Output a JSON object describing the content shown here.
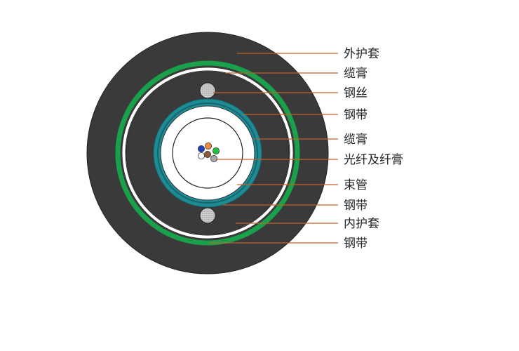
{
  "colors": {
    "outer_jacket": "#3a3a3a",
    "armor_green": "#18a14a",
    "gel_white": "#ffffff",
    "inner_jacket": "#3a3a3a",
    "tube_band": "#1e8c94",
    "tube_band_dark": "#16666c",
    "leader_line": "#c0622a",
    "steel_wire": "#c8c8c8"
  },
  "labels": [
    {
      "id": "outer-jacket",
      "text": "外护套"
    },
    {
      "id": "outer-gel",
      "text": "缆膏"
    },
    {
      "id": "steel-wire",
      "text": "钢丝"
    },
    {
      "id": "steel-tape-inner",
      "text": "钢带"
    },
    {
      "id": "inner-gel",
      "text": "缆膏"
    },
    {
      "id": "fiber-and-gel",
      "text": "光纤及纤膏"
    },
    {
      "id": "loose-tube",
      "text": "束管"
    },
    {
      "id": "steel-tape-tube",
      "text": "钢带"
    },
    {
      "id": "inner-jacket",
      "text": "内护套"
    },
    {
      "id": "steel-tape-outer",
      "text": "钢带"
    }
  ],
  "fibers": [
    {
      "color": "#1f3fbf"
    },
    {
      "color": "#f08a3c"
    },
    {
      "color": "#22c13a"
    },
    {
      "color": "#ffffff"
    },
    {
      "color": "#8a5a3a"
    },
    {
      "color": "#a8a8a8"
    }
  ]
}
